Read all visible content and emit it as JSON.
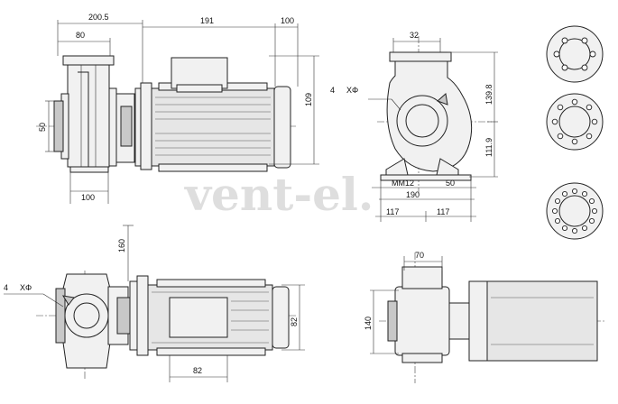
{
  "watermark": "vent-el.",
  "dims": {
    "top_left": {
      "a": "200.5",
      "b": "80",
      "c": "191",
      "d": "100",
      "e": "109",
      "f": "50",
      "g": "100"
    },
    "top_mid": {
      "a": "32",
      "b": "139.8",
      "c": "111.9",
      "d": "4",
      "e": "XΦ",
      "f": "MM12",
      "g": "50",
      "h": "190",
      "i": "117",
      "j": "117"
    },
    "bottom_left": {
      "a": "160",
      "b": "4",
      "c": "XΦ",
      "d": "82",
      "e": "82"
    },
    "bottom_right": {
      "a": "70",
      "b": "140"
    }
  }
}
